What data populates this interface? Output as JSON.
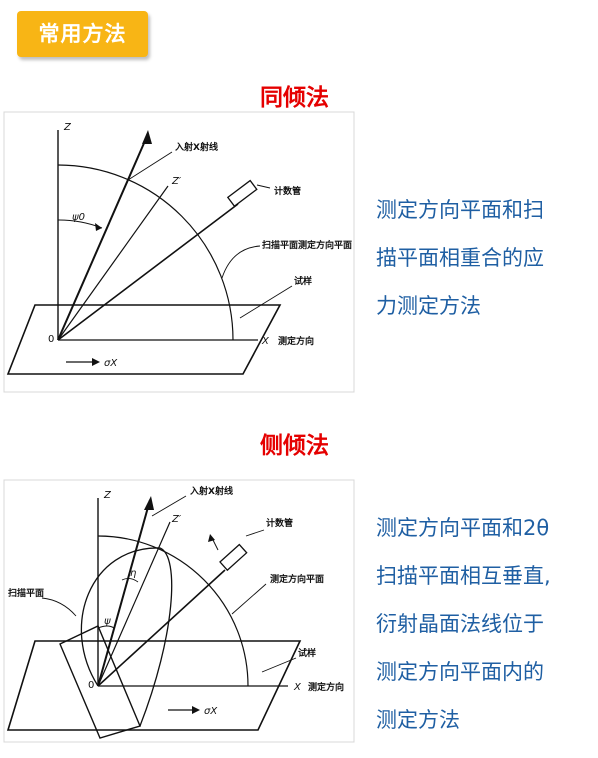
{
  "badge": {
    "label": "常用方法"
  },
  "section1": {
    "title": "同倾法",
    "labels": {
      "incident": "入射X射线",
      "z": "Z",
      "z_prime": "Z′",
      "psi0": "ψ0",
      "detector": "计数管",
      "scan_plane": "扫描平面测定方向平面",
      "sample": "试样",
      "origin": "0",
      "x": "X",
      "measure_dir": "测定方向",
      "sigma": "σX"
    },
    "description": [
      "测定方向平面和扫",
      "描平面相重合的应",
      "力测定方法"
    ]
  },
  "section2": {
    "title": "侧倾法",
    "labels": {
      "incident": "入射X射线",
      "z": "Z",
      "z_prime": "Z′",
      "eta": "η",
      "psi": "ψ",
      "detector": "计数管",
      "measure_plane": "测定方向平面",
      "scan_plane": "扫描平面",
      "sample": "试样",
      "origin": "0",
      "x": "X",
      "measure_dir": "测定方向",
      "sigma": "σX"
    },
    "description": [
      "测定方向平面和2θ",
      "扫描平面相互垂直,",
      "衍射晶面法线位于",
      "测定方向平面内的",
      "测定方法"
    ]
  }
}
